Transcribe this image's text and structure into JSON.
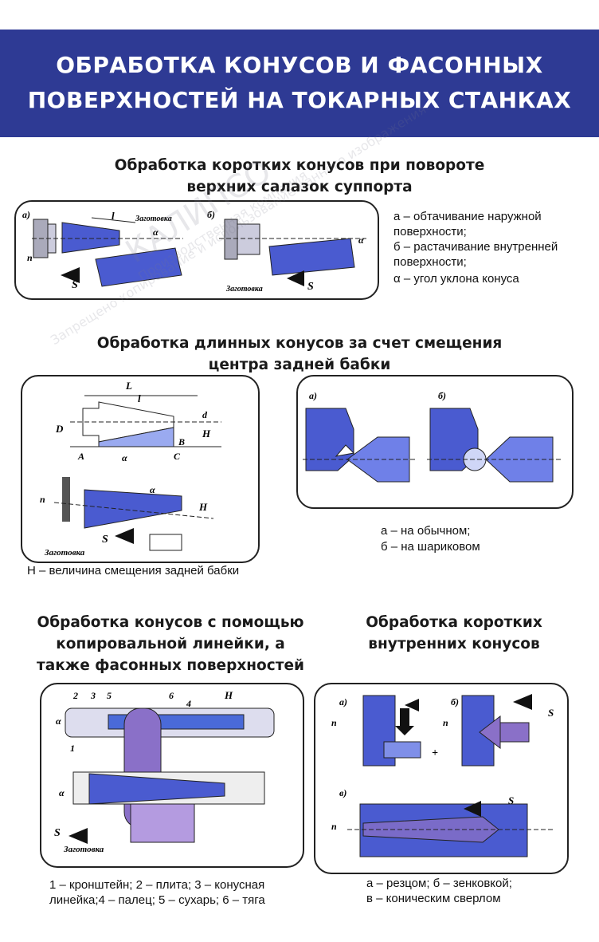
{
  "header": {
    "title_line1": "ОБРАБОТКА КОНУСОВ И ФАСОННЫХ",
    "title_line2": "ПОВЕРХНОСТЕЙ НА ТОКАРНЫХ СТАНКАХ"
  },
  "section1": {
    "title_line1": "Обработка коротких конусов при повороте",
    "title_line2": "верхних салазок суппорта",
    "label_a": "а)",
    "label_b": "б)",
    "workpiece": "Заготовка",
    "legend_line1": "а – обтачивание наружной",
    "legend_line2": "поверхности;",
    "legend_line3": "б – растачивание внутренней",
    "legend_line4": "поверхности;",
    "legend_line5": "α – угол уклона конуса"
  },
  "section2": {
    "title_line1": "Обработка длинных конусов за счет смещения",
    "title_line2": "центра задней бабки",
    "workpiece": "Заготовка",
    "caption": "Н – величина смещения задней бабки",
    "label_a": "а)",
    "label_b": "б)",
    "legend_line1": "а – на обычном;",
    "legend_line2": "б – на шариковом"
  },
  "section3": {
    "title_line1": "Обработка конусов с помощью",
    "title_line2": "копировальной линейки, а",
    "title_line3": "также фасонных поверхностей",
    "workpiece": "Заготовка",
    "legend_line1": "1 – кронштейн; 2 – плита; 3 – конусная",
    "legend_line2": "линейка;4 – палец; 5 – сухарь; 6 – тяга"
  },
  "section4": {
    "title_line1": "Обработка коротких",
    "title_line2": "внутренних конусов",
    "label_a": "а)",
    "label_b": "б)",
    "label_v": "в)",
    "legend_line1": "а – резцом; б – зенковкой;",
    "legend_line2": "в – коническим сверлом"
  },
  "watermark": {
    "brand": "КАЛИПСО",
    "line1": "Производственная компания",
    "line2": "Запрещено копирование и использование данного изображения"
  },
  "colors": {
    "banner": "#2e3a94",
    "blue_fill": "#4a5bd0",
    "light_blue": "#8fa0e8",
    "violet": "#8a70c8"
  }
}
